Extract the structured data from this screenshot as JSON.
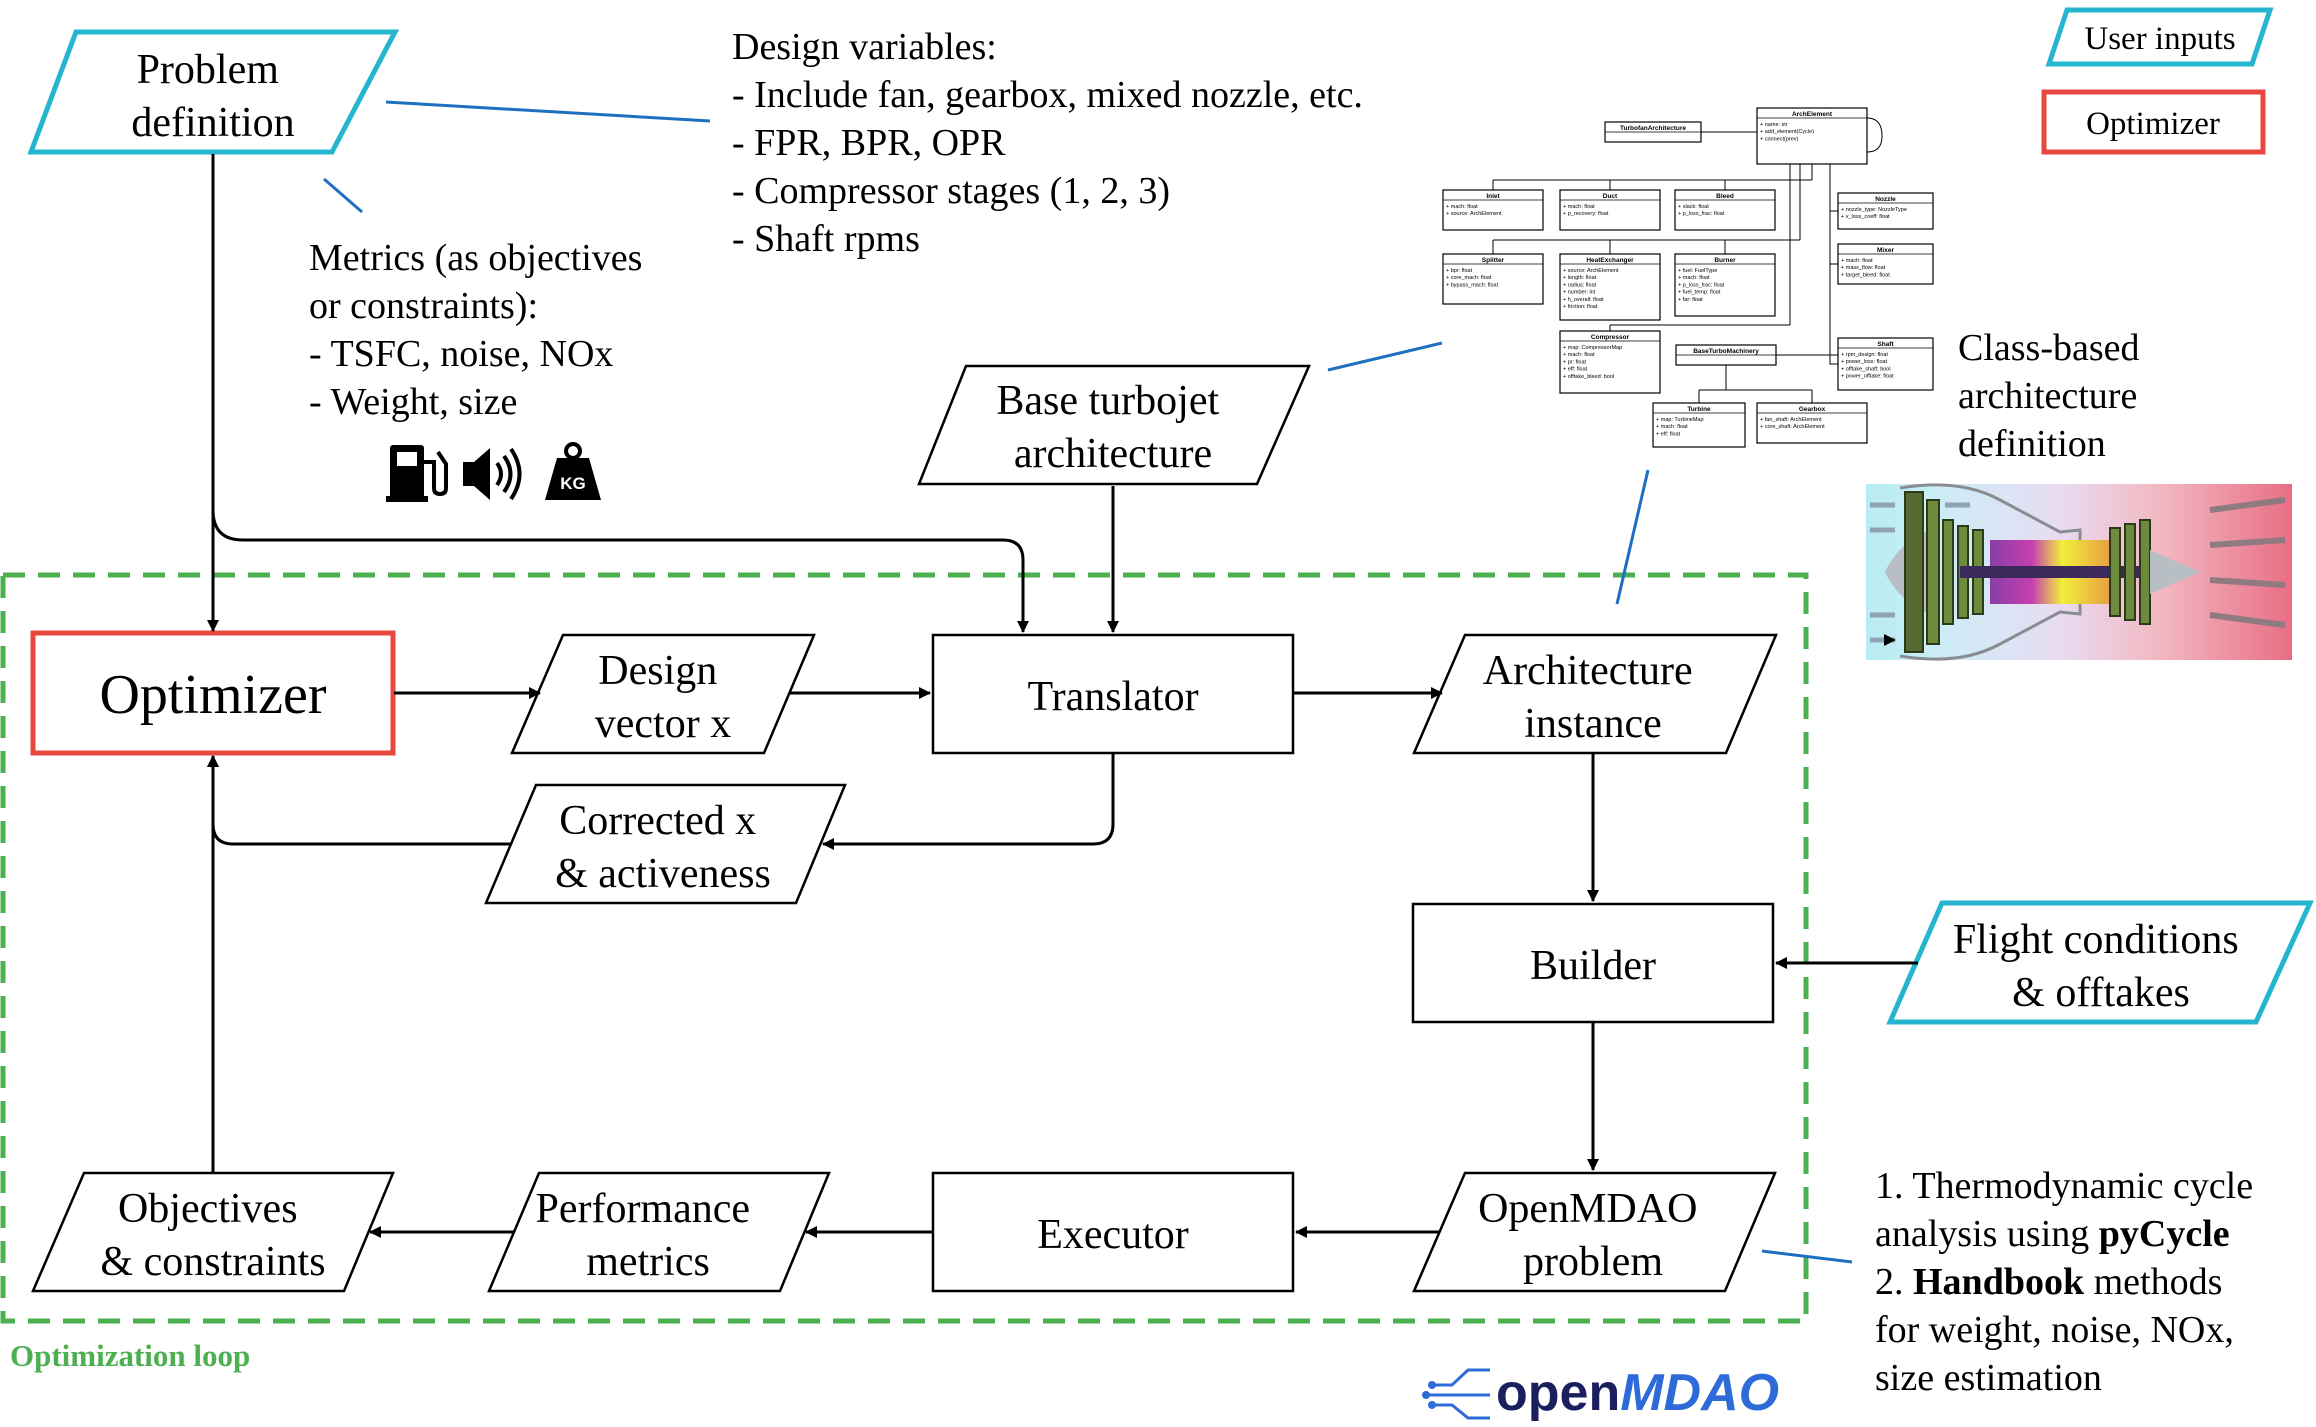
{
  "colors": {
    "loop_border": "#4caf50",
    "optimizer_border": "#e8473f",
    "input_border": "#26b5cf",
    "annotation_line": "#1f6fc0",
    "openmdao_dark": "#1b1f5e",
    "openmdao_blue": "#2f6bd8"
  },
  "legend": {
    "user_inputs": "User inputs",
    "optimizer": "Optimizer"
  },
  "inputs": {
    "problem_definition": [
      "Problem",
      "definition"
    ],
    "base_architecture": [
      "Base turbojet",
      "architecture"
    ],
    "flight_conditions": [
      "Flight conditions",
      "& offtakes"
    ]
  },
  "design_variables_note": {
    "lines": [
      "Design variables:",
      "- Include fan, gearbox, mixed nozzle, etc.",
      "- FPR, BPR, OPR",
      "- Compressor stages (1, 2, 3)",
      "- Shaft rpms"
    ]
  },
  "metrics_note": {
    "lines": [
      "Metrics (as objectives",
      "or constraints):",
      "- TSFC, noise, NOx",
      "- Weight, size"
    ],
    "icons": [
      "fuel-pump-icon",
      "speaker-icon",
      "weight-kg-icon"
    ],
    "kg_label": "KG"
  },
  "class_note": [
    "Class-based",
    "architecture",
    "definition"
  ],
  "loop": {
    "label": "Optimization loop",
    "optimizer": "Optimizer",
    "design_vector": [
      "Design",
      "vector x"
    ],
    "translator": "Translator",
    "architecture_instance": [
      "Architecture",
      "instance"
    ],
    "corrected_x": [
      "Corrected x",
      "& activeness"
    ],
    "builder": "Builder",
    "openmdao_problem": [
      "OpenMDAO",
      "problem"
    ],
    "executor": "Executor",
    "performance_metrics": [
      "Performance",
      "metrics"
    ],
    "objectives": [
      "Objectives",
      "& constraints"
    ]
  },
  "analysis_note": {
    "lines": [
      [
        {
          "t": "1. Thermodynamic cycle",
          "b": false
        }
      ],
      [
        {
          "t": "analysis using ",
          "b": false
        },
        {
          "t": "pyCycle",
          "b": true
        }
      ],
      [
        {
          "t": "2. ",
          "b": false
        },
        {
          "t": "Handbook",
          "b": true
        },
        {
          "t": " methods",
          "b": false
        }
      ],
      [
        {
          "t": "for weight, noise, NOx,",
          "b": false
        }
      ],
      [
        {
          "t": "size estimation",
          "b": false
        }
      ]
    ]
  },
  "uml_classes": [
    {
      "name": "TurbofanArchitecture",
      "fields": []
    },
    {
      "name": "ArchElement",
      "fields": [
        "+ name: str",
        "+ add_element(Cycle)",
        "+ connect(prev)"
      ]
    },
    {
      "name": "Inlet",
      "fields": [
        "+ mach: float",
        "+ source: ArchElement"
      ]
    },
    {
      "name": "Duct",
      "fields": [
        "+ mach: float",
        "+ p_recovery: float"
      ]
    },
    {
      "name": "Bleed",
      "fields": [
        "+ slack: float",
        "+ p_loss_frac: float"
      ]
    },
    {
      "name": "Nozzle",
      "fields": [
        "+ nozzle_type: NozzleType",
        "+ v_loss_coeff: float"
      ]
    },
    {
      "name": "Splitter",
      "fields": [
        "+ bpr: float",
        "+ core_mach: float",
        "+ bypass_mach: float"
      ]
    },
    {
      "name": "HeatExchanger",
      "fields": [
        "+ source: ArchElement",
        "+ length: float",
        "+ radius: float",
        "+ number: int",
        "+ h_overall: float",
        "+ friction: float"
      ]
    },
    {
      "name": "Burner",
      "fields": [
        "+ fuel: FuelType",
        "+ mach: float",
        "+ p_loss_frac: float",
        "+ fuel_temp: float",
        "+ far: float"
      ]
    },
    {
      "name": "Mixer",
      "fields": [
        "+ mach: float",
        "+ mass_flow: float",
        "+ target_bleed: float"
      ]
    },
    {
      "name": "Compressor",
      "fields": [
        "+ map: CompressorMap",
        "+ mach: float",
        "+ pr: float",
        "+ eff: float",
        "+ offtake_bleed: bool"
      ]
    },
    {
      "name": "BaseTurboMachinery",
      "fields": []
    },
    {
      "name": "Shaft",
      "fields": [
        "+ rpm_design: float",
        "+ power_loss: float",
        "+ offtake_shaft: bool",
        "+ power_offtake: float"
      ]
    },
    {
      "name": "Turbine",
      "fields": [
        "+ map: TurbineMap",
        "+ mach: float",
        "+ eff: float"
      ]
    },
    {
      "name": "Gearbox",
      "fields": [
        "+ fan_shaft: ArchElement",
        "+ core_shaft: ArchElement"
      ]
    }
  ],
  "openmdao_logo": {
    "part1": "open",
    "part2": "MDAO"
  }
}
